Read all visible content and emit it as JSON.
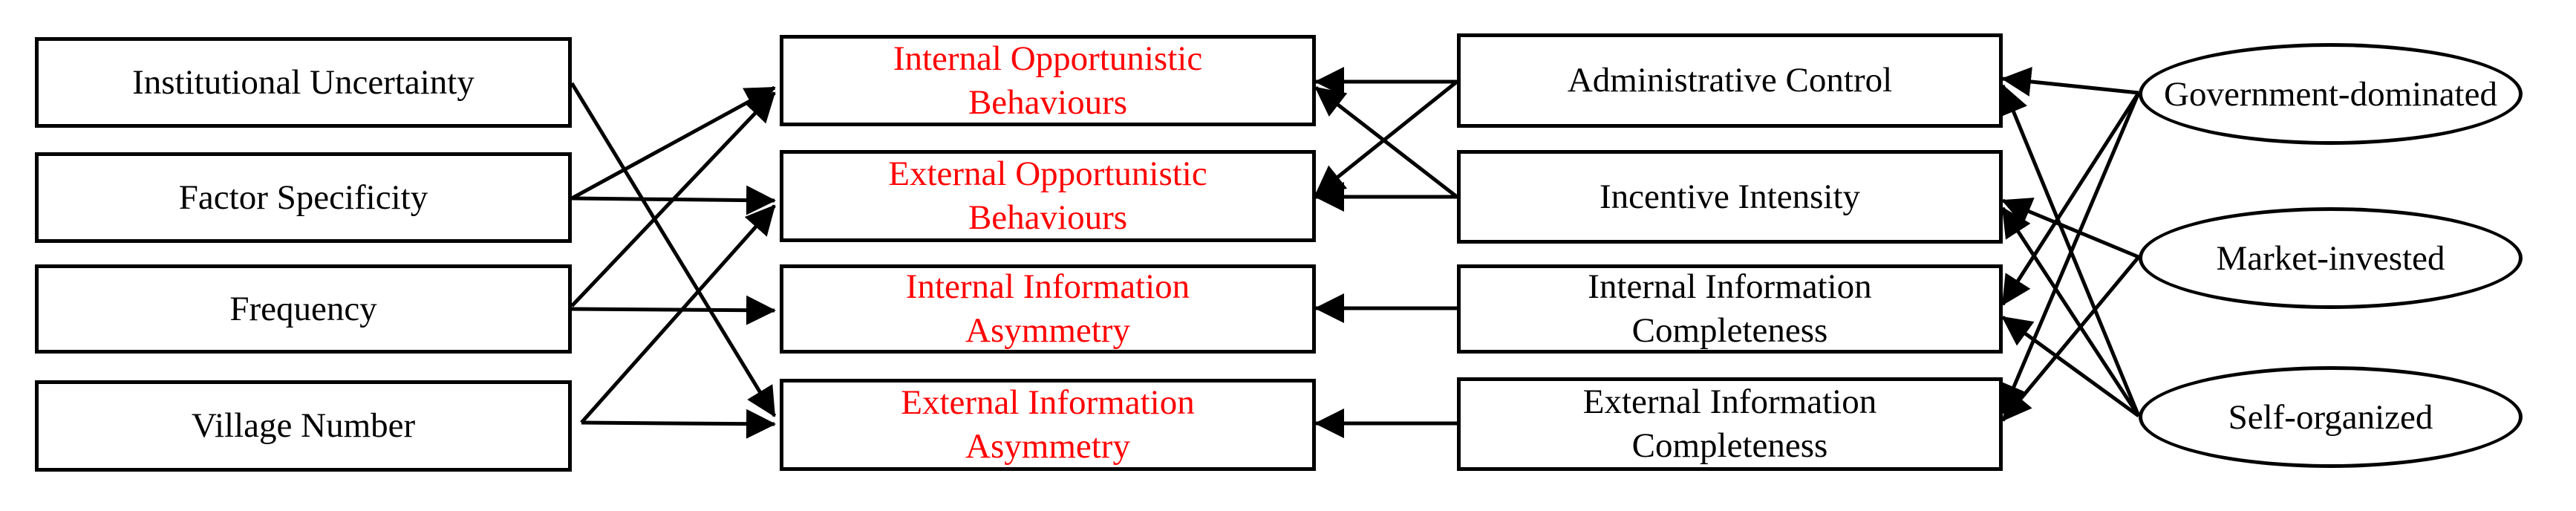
{
  "nodes": {
    "institutional_uncertainty": "Institutional Uncertainty",
    "factor_specificity": "Factor Specificity",
    "frequency": "Frequency",
    "village_number": "Village Number",
    "internal_opportunistic_behaviours": "Internal Opportunistic\nBehaviours",
    "external_opportunistic_behaviours": "External Opportunistic\nBehaviours",
    "internal_information_asymmetry": "Internal Information\nAsymmetry",
    "external_information_asymmetry": "External Information\nAsymmetry",
    "administrative_control": "Administrative Control",
    "incentive_intensity": "Incentive Intensity",
    "internal_information_completeness": "Internal Information\nCompleteness",
    "external_information_completeness": "External Information\nCompleteness",
    "government_dominated": "Government-dominated",
    "market_invested": "Market-invested",
    "self_organized": "Self-organized"
  },
  "colors": {
    "outcome_text": "#ff0000",
    "default_text": "#000000",
    "line": "#000000"
  }
}
